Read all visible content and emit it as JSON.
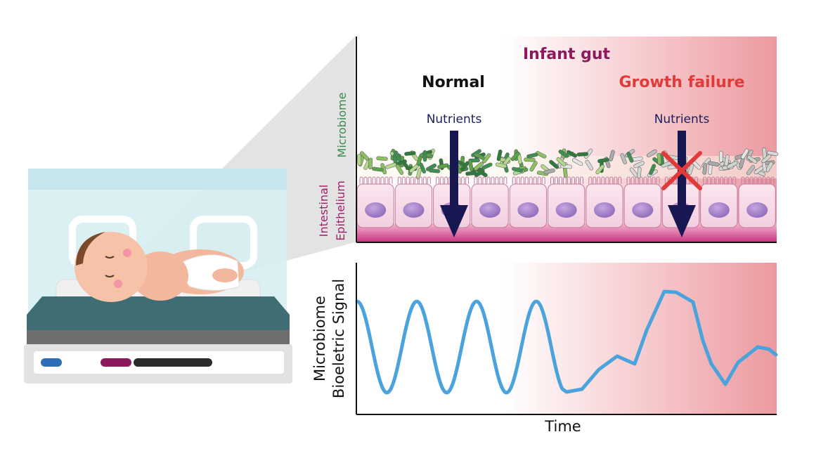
{
  "gut_panel": {
    "title": "Infant gut",
    "normal_label": "Normal",
    "failure_label": "Growth failure",
    "nutrients_left": "Nutrients",
    "nutrients_right": "Nutrients",
    "microbiome_label": "Microbiome",
    "epithelium_line1": "Intestinal",
    "epithelium_line2": "Epithelium"
  },
  "signal_panel": {
    "ylabel_line1": "Microbiome",
    "ylabel_line2": "Bioeletric Signal",
    "xlabel": "Time"
  },
  "colors": {
    "title": "#8b1a5c",
    "normal": "#111111",
    "failure": "#e03a3a",
    "nutrients": "#1c1e5e",
    "arrow": "#171852",
    "microbiome": "#3a8a4c",
    "epithelium": "#a0206a",
    "signal": "#4aa3dc",
    "gradient_end": "#ec9aa0"
  }
}
